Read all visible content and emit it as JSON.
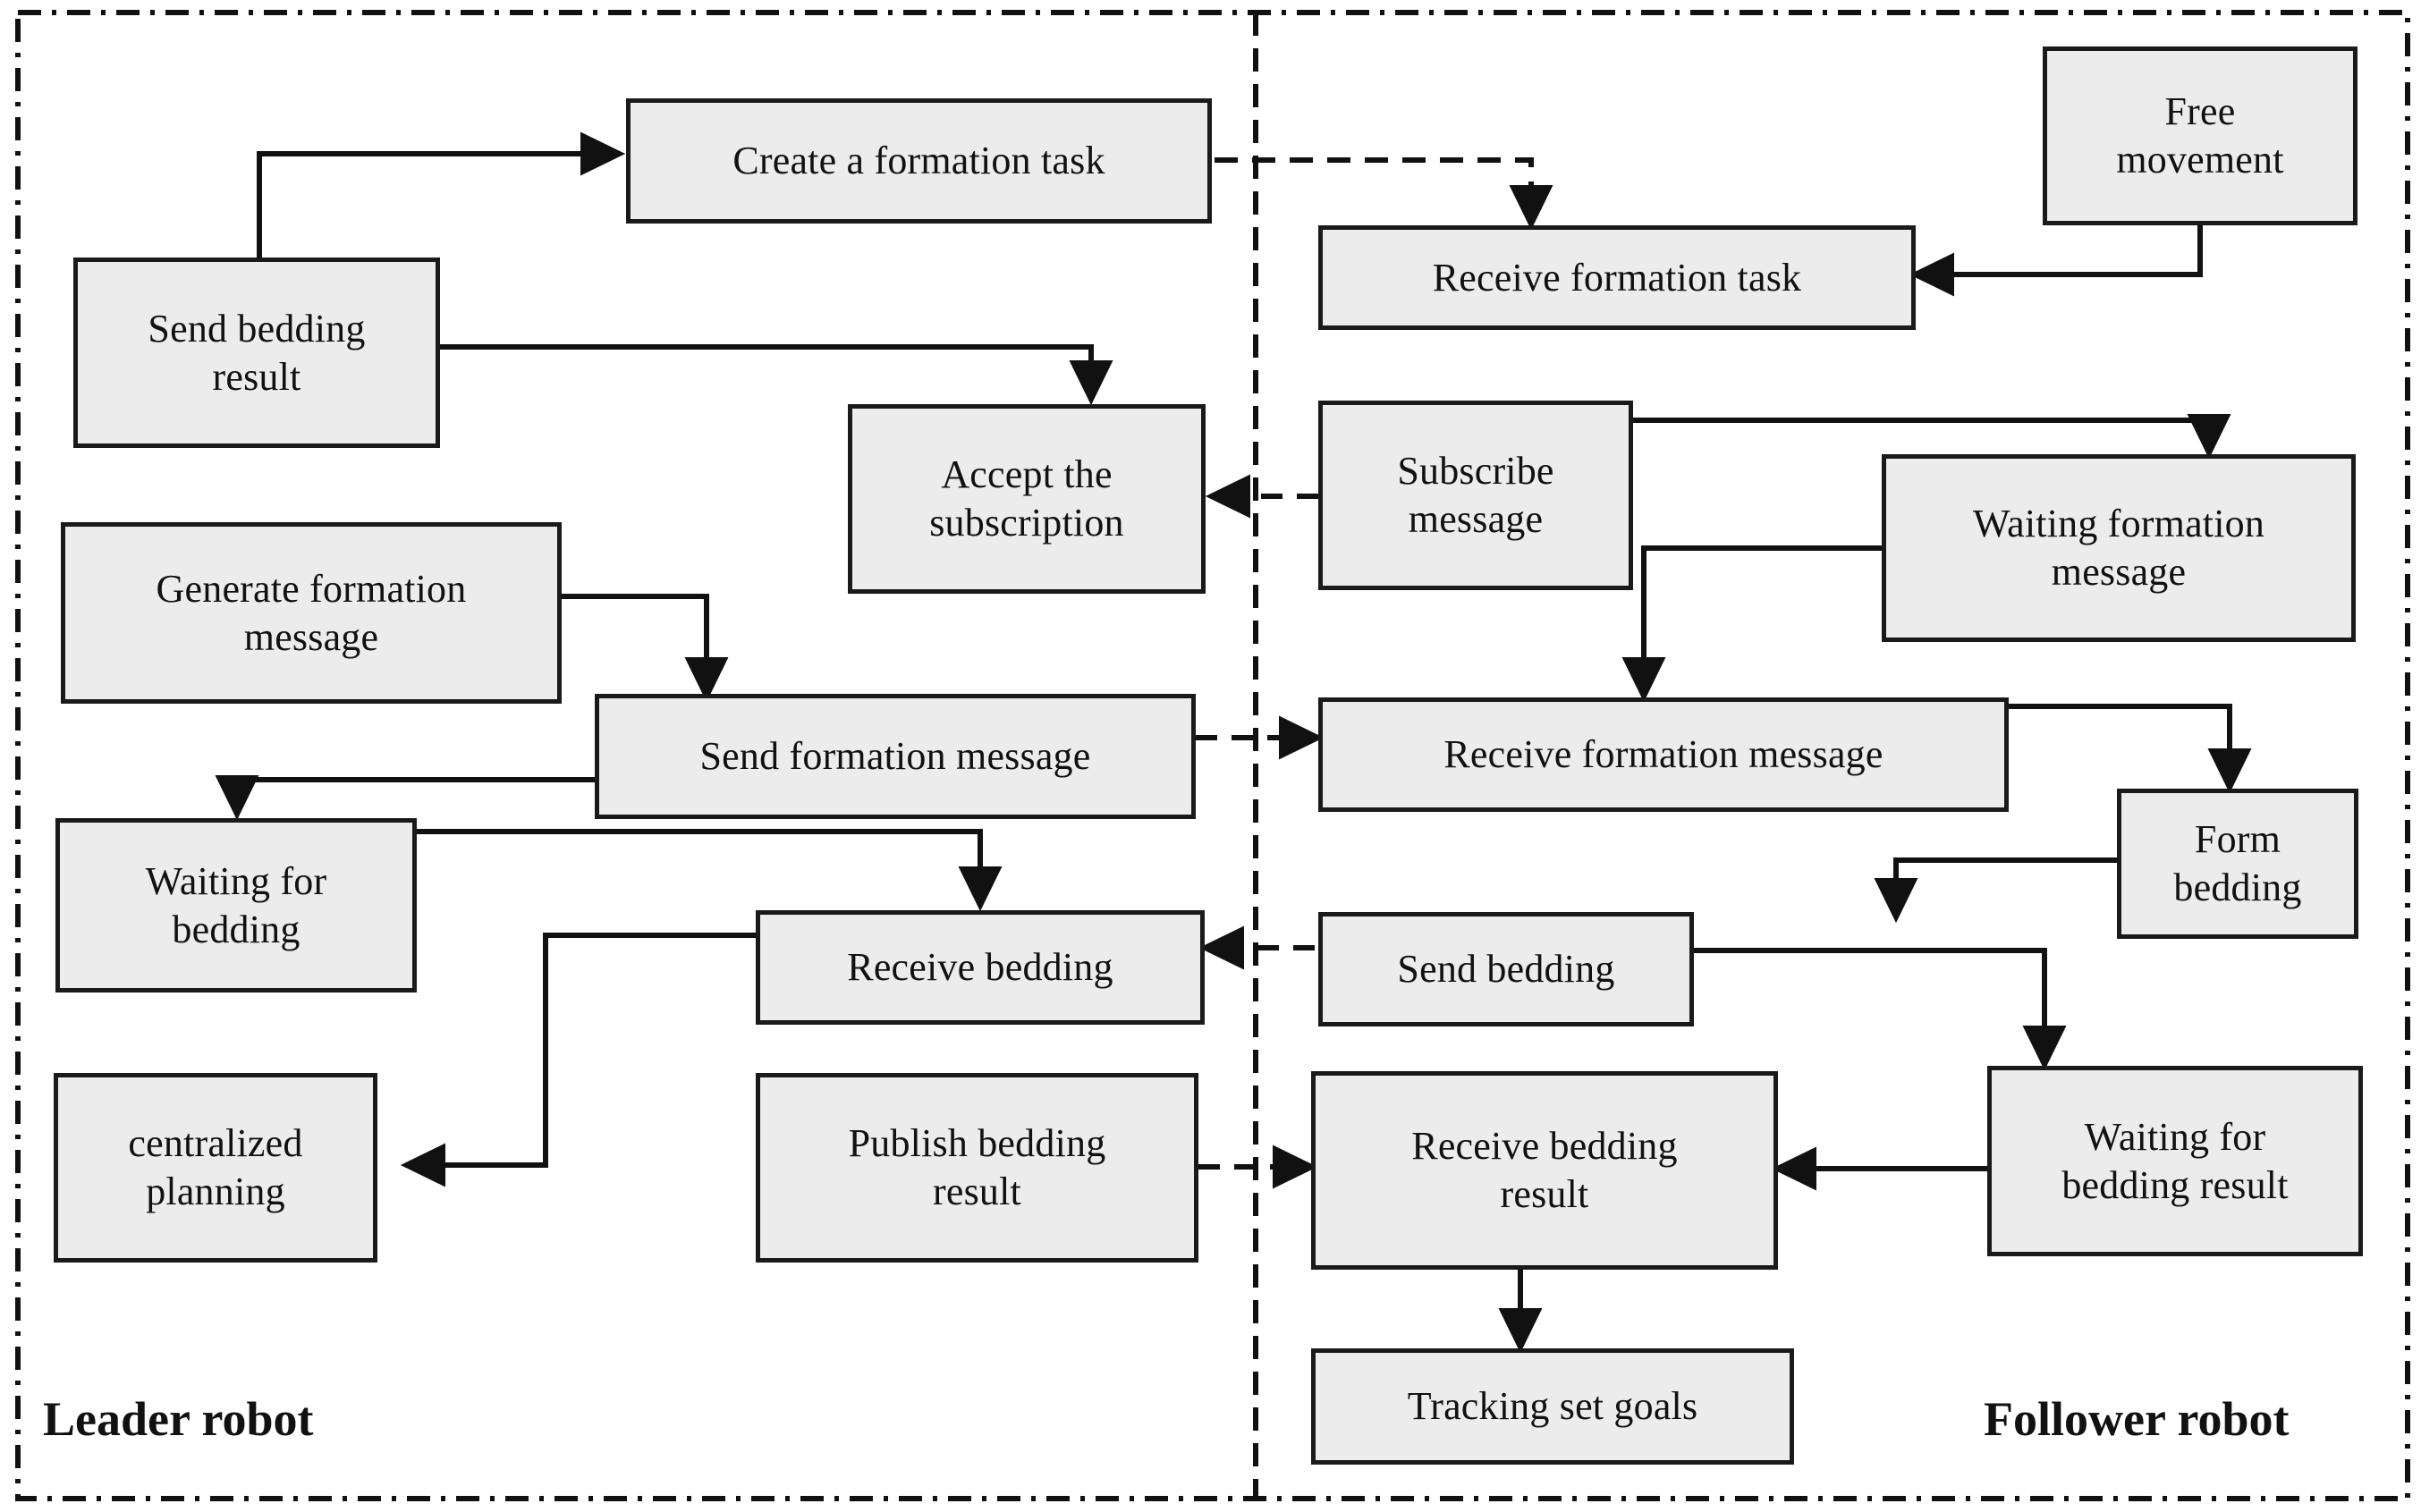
{
  "diagram": {
    "title": "Leader-follower robot formation communication flowchart",
    "lanes": [
      {
        "id": "leader",
        "label": "Leader robot"
      },
      {
        "id": "follower",
        "label": "Follower robot"
      }
    ],
    "colors": {
      "node_fill": "#ececec",
      "node_border": "#1a1a1a",
      "line": "#111111",
      "background": "#ffffff"
    },
    "nodes": [
      {
        "id": "create_formation_task",
        "lane": "leader",
        "label": "Create a formation task"
      },
      {
        "id": "send_bedding_result",
        "lane": "leader",
        "label": "Send bedding\nresult"
      },
      {
        "id": "accept_subscription",
        "lane": "leader",
        "label": "Accept the\nsubscription"
      },
      {
        "id": "generate_formation_msg",
        "lane": "leader",
        "label": "Generate formation\nmessage"
      },
      {
        "id": "send_formation_message",
        "lane": "leader",
        "label": "Send formation message"
      },
      {
        "id": "waiting_for_bedding",
        "lane": "leader",
        "label": "Waiting for\nbedding"
      },
      {
        "id": "receive_bedding",
        "lane": "leader",
        "label": "Receive bedding"
      },
      {
        "id": "centralized_planning",
        "lane": "leader",
        "label": "centralized\nplanning"
      },
      {
        "id": "publish_bedding_result",
        "lane": "leader",
        "label": "Publish bedding\nresult"
      },
      {
        "id": "free_movement",
        "lane": "follower",
        "label": "Free\nmovement"
      },
      {
        "id": "receive_formation_task",
        "lane": "follower",
        "label": "Receive formation task"
      },
      {
        "id": "subscribe_message",
        "lane": "follower",
        "label": "Subscribe\nmessage"
      },
      {
        "id": "waiting_formation_msg",
        "lane": "follower",
        "label": "Waiting formation\nmessage"
      },
      {
        "id": "receive_formation_msg",
        "lane": "follower",
        "label": "Receive formation message"
      },
      {
        "id": "form_bedding",
        "lane": "follower",
        "label": "Form\nbedding"
      },
      {
        "id": "send_bedding",
        "lane": "follower",
        "label": "Send bedding"
      },
      {
        "id": "waiting_bedding_result",
        "lane": "follower",
        "label": "Waiting for\nbedding result"
      },
      {
        "id": "receive_bedding_result",
        "lane": "follower",
        "label": "Receive bedding\nresult"
      },
      {
        "id": "tracking_set_goals",
        "lane": "follower",
        "label": "Tracking set goals"
      }
    ],
    "edges": [
      {
        "from": "send_bedding_result",
        "to": "create_formation_task",
        "style": "solid"
      },
      {
        "from": "create_formation_task",
        "to": "receive_formation_task",
        "style": "dashed"
      },
      {
        "from": "free_movement",
        "to": "receive_formation_task",
        "style": "solid"
      },
      {
        "from": "send_bedding_result",
        "to": "accept_subscription",
        "style": "solid"
      },
      {
        "from": "subscribe_message",
        "to": "accept_subscription",
        "style": "dashed"
      },
      {
        "from": "subscribe_message",
        "to": "waiting_formation_msg",
        "style": "solid"
      },
      {
        "from": "waiting_formation_msg",
        "to": "receive_formation_msg",
        "style": "solid"
      },
      {
        "from": "generate_formation_msg",
        "to": "send_formation_message",
        "style": "solid"
      },
      {
        "from": "send_formation_message",
        "to": "receive_formation_msg",
        "style": "dashed"
      },
      {
        "from": "send_formation_message",
        "to": "waiting_for_bedding",
        "style": "solid"
      },
      {
        "from": "receive_formation_msg",
        "to": "form_bedding",
        "style": "solid"
      },
      {
        "from": "form_bedding",
        "to": "send_bedding",
        "style": "solid"
      },
      {
        "from": "waiting_for_bedding",
        "to": "receive_bedding",
        "style": "solid"
      },
      {
        "from": "send_bedding",
        "to": "receive_bedding",
        "style": "dashed"
      },
      {
        "from": "send_bedding",
        "to": "waiting_bedding_result",
        "style": "solid"
      },
      {
        "from": "receive_bedding",
        "to": "centralized_planning",
        "style": "solid"
      },
      {
        "from": "publish_bedding_result",
        "to": "receive_bedding_result",
        "style": "dashed"
      },
      {
        "from": "waiting_bedding_result",
        "to": "receive_bedding_result",
        "style": "solid"
      },
      {
        "from": "receive_bedding_result",
        "to": "tracking_set_goals",
        "style": "solid"
      }
    ]
  }
}
